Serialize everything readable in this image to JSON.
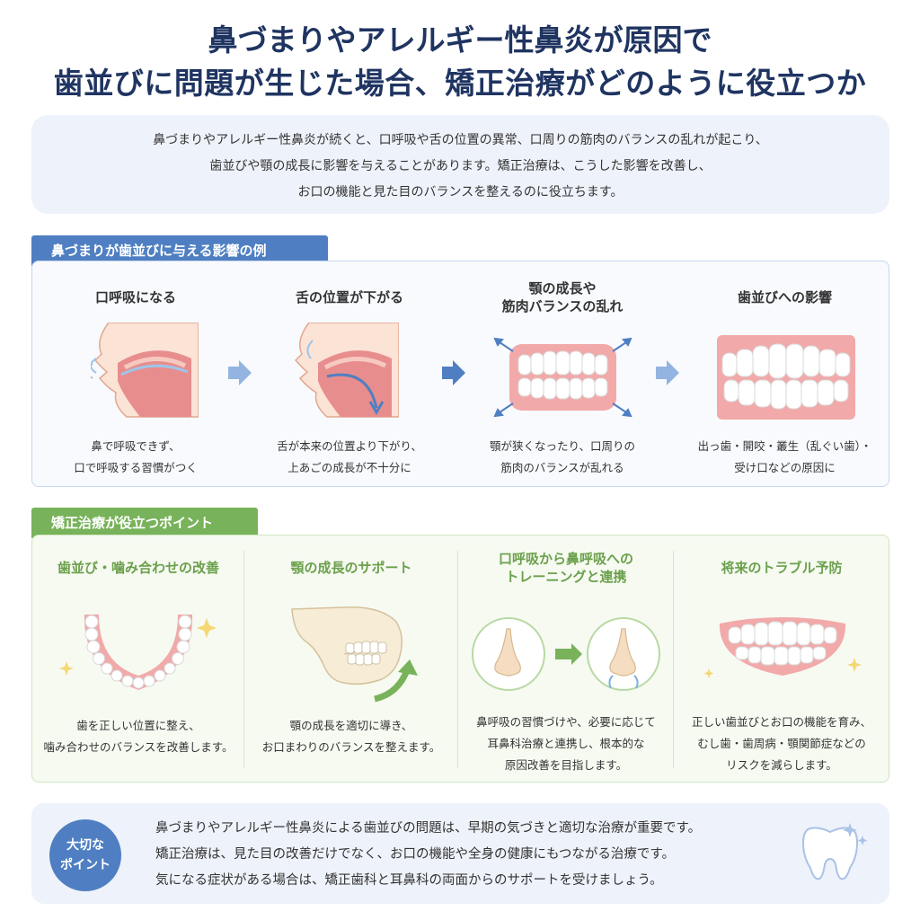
{
  "title": {
    "line1": "鼻づまりやアレルギー性鼻炎が原因で",
    "line2": "歯並びに問題が生じた場合、矯正治療がどのように役立つか"
  },
  "intro": {
    "lines": [
      "鼻づまりやアレルギー性鼻炎が続くと、口呼吸や舌の位置の異常、口周りの筋肉のバランスの乱れが起こり、",
      "歯並びや顎の成長に影響を与えることがあります。矯正治療は、こうした影響を改善し、",
      "お口の機能と見た目のバランスを整えるのに役立ちます。"
    ]
  },
  "section1": {
    "tab": "鼻づまりが歯並びに与える影響の例",
    "steps": [
      {
        "title": [
          "口呼吸になる"
        ],
        "desc": [
          "鼻で呼吸できず、",
          "口で呼吸する習慣がつく"
        ]
      },
      {
        "title": [
          "舌の位置が下がる"
        ],
        "desc": [
          "舌が本来の位置より下がり、",
          "上あごの成長が不十分に"
        ]
      },
      {
        "title": [
          "顎の成長や",
          "筋肉バランスの乱れ"
        ],
        "desc": [
          "顎が狭くなったり、口周りの",
          "筋肉のバランスが乱れる"
        ]
      },
      {
        "title": [
          "歯並びへの影響"
        ],
        "desc": [
          "出っ歯・開咬・叢生（乱ぐい歯）・",
          "受け口などの原因に"
        ]
      }
    ]
  },
  "section2": {
    "tab": "矯正治療が役立つポイント",
    "points": [
      {
        "title": [
          "歯並び・噛み合わせの改善"
        ],
        "desc": [
          "歯を正しい位置に整え、",
          "噛み合わせのバランスを改善します。"
        ]
      },
      {
        "title": [
          "顎の成長のサポート"
        ],
        "desc": [
          "顎の成長を適切に導き、",
          "お口まわりのバランスを整えます。"
        ]
      },
      {
        "title": [
          "口呼吸から鼻呼吸への",
          "トレーニングと連携"
        ],
        "desc": [
          "鼻呼吸の習慣づけや、必要に応じて",
          "耳鼻科治療と連携し、根本的な",
          "原因改善を目指します。"
        ]
      },
      {
        "title": [
          "将来のトラブル予防"
        ],
        "desc": [
          "正しい歯並びとお口の機能を育み、",
          "むし歯・歯周病・顎関節症などの",
          "リスクを減らします。"
        ]
      }
    ]
  },
  "summary": {
    "badge": [
      "大切な",
      "ポイント"
    ],
    "lines": [
      "鼻づまりやアレルギー性鼻炎による歯並びの問題は、早期の気づきと適切な治療が重要です。",
      "矯正治療は、見た目の改善だけでなく、お口の機能や全身の健康にもつながる治療です。",
      "気になる症状がある場合は、矯正歯科と耳鼻科の両面からのサポートを受けましょう。"
    ]
  },
  "colors": {
    "navy": "#1f3461",
    "blue_accent": "#4f7fc2",
    "green_accent": "#78b25a",
    "green_heading": "#6ba04c",
    "gum_pink": "#f2a9a9"
  }
}
